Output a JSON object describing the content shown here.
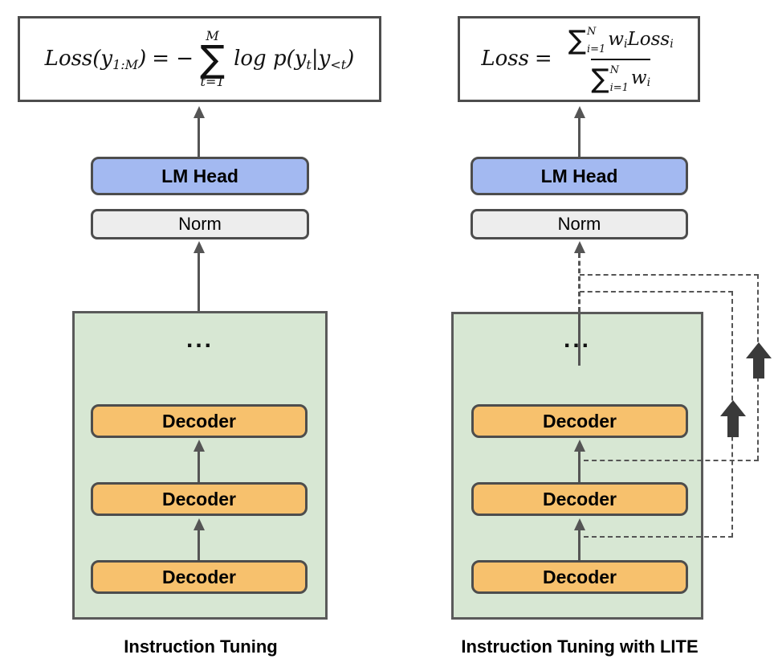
{
  "figure": {
    "colors": {
      "lm_head_fill": "#a3b9f1",
      "norm_fill": "#ededed",
      "decoder_fill": "#f7c16d",
      "container_fill": "#d7e7d3",
      "box_border": "#4d4d4d",
      "arrow": "#555555",
      "block_arrow": "#3a3a3a"
    },
    "left": {
      "caption": "Instruction Tuning",
      "lm_head": "LM Head",
      "norm": "Norm",
      "dots": "...",
      "decoders": [
        "Decoder",
        "Decoder",
        "Decoder"
      ],
      "formula_text": "Loss(y_{1:M}) = −∑_{t=1}^{M} log p(y_t|y_{<t})",
      "formula": {
        "lhs": "Loss(y",
        "lhs_sub": "1:M",
        "lhs_close": ")",
        "equals": "= −",
        "sum_top": "M",
        "sigma": "∑",
        "sum_bottom": "t=1",
        "log": "log p(y",
        "t_sub": "t",
        "bar": "|y",
        "lt_sub": "<t",
        "close": ")"
      }
    },
    "right": {
      "caption": "Instruction Tuning with LITE",
      "lm_head": "LM Head",
      "norm": "Norm",
      "dots": "...",
      "decoders": [
        "Decoder",
        "Decoder",
        "Decoder"
      ],
      "formula_text": "Loss = ∑_{i=1}^{N} w_i Loss_i / ∑_{i=1}^{N} w_i",
      "formula": {
        "lhs": "Loss",
        "equals": "=",
        "num_sigma": "∑",
        "num_sup": "N",
        "num_sub": "i=1",
        "num_w": "w",
        "num_w_sub": "i",
        "num_loss": "Loss",
        "num_loss_sub": "i",
        "den_sigma": "∑",
        "den_sup": "N",
        "den_sub": "i=1",
        "den_w": "w",
        "den_w_sub": "i"
      }
    }
  }
}
